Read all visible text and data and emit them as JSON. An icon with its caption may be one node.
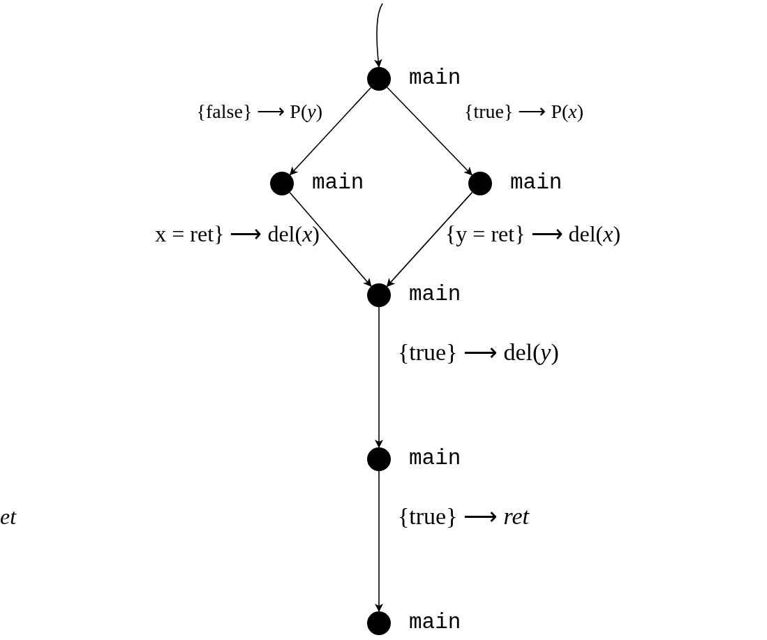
{
  "diagram": {
    "nodes": [
      {
        "text": [],
        "shape": "circle",
        "beside": [
          "main"
        ]
      },
      {
        "text": [],
        "shape": "circle",
        "beside": [
          "main"
        ]
      },
      {
        "text": [],
        "shape": "circle",
        "beside": [
          "main"
        ]
      },
      {
        "text": [],
        "shape": "circle",
        "beside": [
          "main"
        ]
      },
      {
        "text": [],
        "shape": "circle",
        "beside": [
          "main"
        ]
      },
      {
        "text": [],
        "shape": "circle",
        "beside": [
          "main"
        ]
      }
    ],
    "edges": [
      {
        "from": null,
        "to": 0,
        "arrow": "to"
      },
      {
        "from": 0,
        "to": 1,
        "arrow": "to",
        "label": "{false} ⟶ P(*y*)"
      },
      {
        "from": 0,
        "to": 2,
        "arrow": "to",
        "label": "{true} ⟶ P(*x*)"
      },
      {
        "from": 1,
        "to": 3,
        "arrow": "to",
        "label": "x = ret} ⟶ del(*x*)"
      },
      {
        "from": 2,
        "to": 3,
        "arrow": "to",
        "label": "{y = ret} ⟶ del(*x*)"
      },
      {
        "from": 3,
        "to": 4,
        "arrow": "to",
        "label": "{true} ⟶ del(*y*)"
      },
      {
        "from": 4,
        "to": 5,
        "arrow": "to",
        "label": "{true} ⟶ *ret*"
      }
    ],
    "labels": [
      "*et*"
    ]
  }
}
